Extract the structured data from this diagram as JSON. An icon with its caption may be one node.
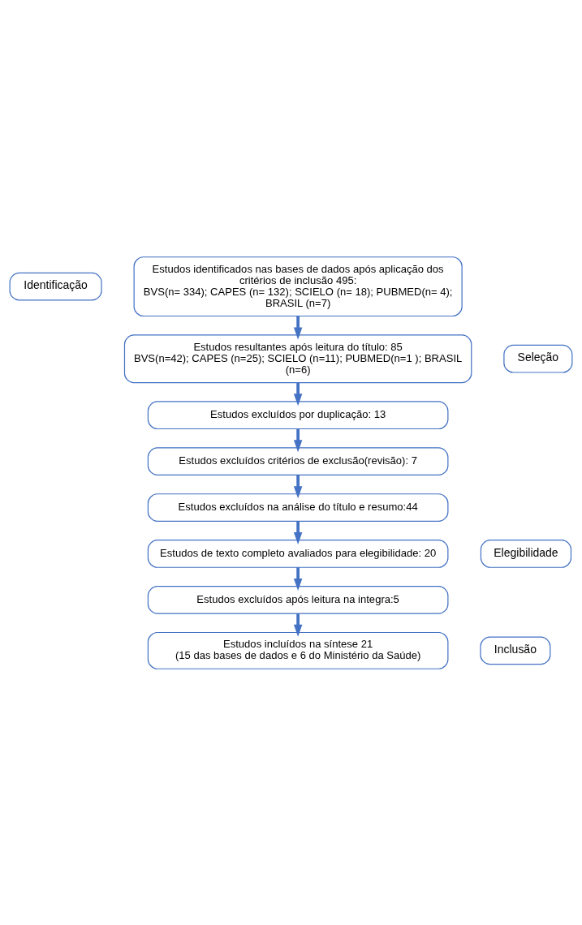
{
  "diagram": {
    "nodes": [
      {
        "text": [
          "Identificação"
        ]
      },
      {
        "text": [
          "Estudos identificados nas bases de dados após aplicação dos critérios de inclusão 495:",
          "BVS(n= 334); CAPES (n= 132); SCIELO (n= 18); PUBMED(n= 4); BRASIL (n=7)"
        ]
      },
      {
        "text": [
          "Seleção"
        ]
      },
      {
        "text": [
          "Estudos resultantes após leitura do título: 85",
          "BVS(n=42); CAPES (n=25); SCIELO (n=11); PUBMED(n=1 ); BRASIL (n=6)"
        ]
      },
      {
        "text": [
          "Estudos excluídos por duplicação: 13"
        ]
      },
      {
        "text": [
          "Estudos excluídos critérios de exclusão(revisão): 7"
        ]
      },
      {
        "text": [
          "Estudos excluídos na análise do título e resumo:44"
        ]
      },
      {
        "text": [
          "Elegibilidade"
        ]
      },
      {
        "text": [
          "Estudos de texto completo avaliados para elegibilidade: 20"
        ]
      },
      {
        "text": [
          "Estudos excluídos após leitura na integra:5"
        ]
      },
      {
        "text": [
          "Inclusão"
        ]
      },
      {
        "text": [
          "Estudos incluídos na síntese 21",
          "(15 das bases de dados e 6 do Ministério da Saúde)"
        ]
      }
    ],
    "edges": [
      {
        "from": 1,
        "to": 3,
        "arrow": "to"
      },
      {
        "from": 3,
        "to": 4,
        "arrow": "to"
      },
      {
        "from": 4,
        "to": 5,
        "arrow": "to"
      },
      {
        "from": 5,
        "to": 6,
        "arrow": "to"
      },
      {
        "from": 6,
        "to": 8,
        "arrow": "to"
      },
      {
        "from": 8,
        "to": 9,
        "arrow": "to"
      },
      {
        "from": 9,
        "to": 11,
        "arrow": "to"
      }
    ]
  }
}
